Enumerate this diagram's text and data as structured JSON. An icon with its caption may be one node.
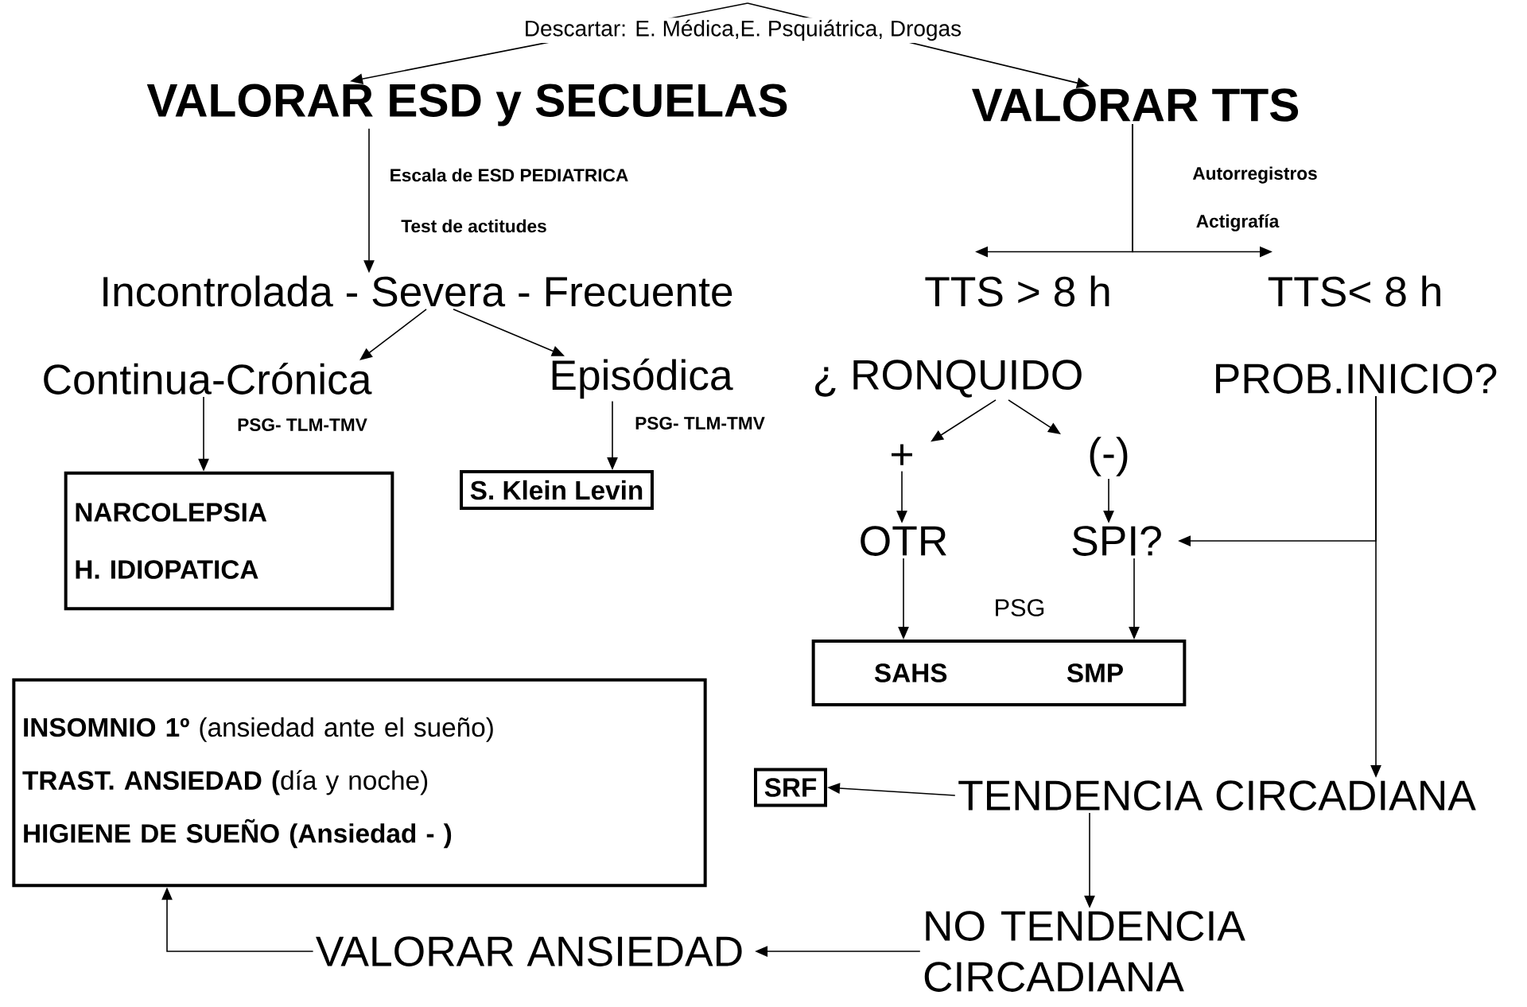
{
  "diagram": {
    "nodes": [
      {
        "text": [
          "VALORAR  ESD y SECUELAS"
        ]
      },
      {
        "text": [
          "VALORAR TTS"
        ]
      },
      {
        "text": [
          "Incontrolada - Severa - Frecuente"
        ]
      },
      {
        "text": [
          "TTS > 8 h"
        ]
      },
      {
        "text": [
          "TTS< 8 h"
        ]
      },
      {
        "text": [
          "Continua-Crónica"
        ]
      },
      {
        "text": [
          "Episódica"
        ]
      },
      {
        "text": [
          "NARCOLEPSIA",
          "H. IDIOPATICA"
        ]
      },
      {
        "text": [
          "S. Klein Levin"
        ]
      },
      {
        "text": [
          "¿ RONQUIDO"
        ]
      },
      {
        "text": [
          "PROB.INICIO?"
        ]
      },
      {
        "text": [
          "+"
        ]
      },
      {
        "text": [
          "(-)"
        ]
      },
      {
        "text": [
          "OTR"
        ]
      },
      {
        "text": [
          "SPI?"
        ]
      },
      {
        "text": [
          "SAHS",
          "SMP"
        ]
      },
      {
        "text": [
          "**INSOMNIO 1º** (ansiedad ante el sueño)",
          "**TRAST. ANSIEDAD (**día y noche)",
          "HIGIENE DE SUEÑO (Ansiedad - )"
        ]
      },
      {
        "text": [
          "SRF"
        ]
      },
      {
        "text": [
          "TENDENCIA CIRCADIANA"
        ]
      },
      {
        "text": [
          "NO TENDENCIA CIRCADIANA"
        ]
      },
      {
        "text": [
          "VALORAR ANSIEDAD"
        ]
      }
    ],
    "edges": [
      {
        "from": null,
        "to": 0,
        "arrow": "to"
      },
      {
        "from": null,
        "to": 1,
        "arrow": "to"
      },
      {
        "from": 0,
        "to": 2,
        "arrow": "to"
      },
      {
        "from": 1,
        "to": 3,
        "arrow": "to"
      },
      {
        "from": 1,
        "to": 4,
        "arrow": "to"
      },
      {
        "from": 2,
        "to": 5,
        "arrow": "to"
      },
      {
        "from": 2,
        "to": 6,
        "arrow": "to"
      },
      {
        "from": 5,
        "to": 7,
        "arrow": "to",
        "label": "PSG- TLM-TMV"
      },
      {
        "from": 6,
        "to": 8,
        "arrow": "to",
        "label": "PSG- TLM-TMV"
      },
      {
        "from": 9,
        "to": 11,
        "arrow": "to"
      },
      {
        "from": 9,
        "to": 12,
        "arrow": "to"
      },
      {
        "from": 11,
        "to": 13,
        "arrow": "to"
      },
      {
        "from": 12,
        "to": 14,
        "arrow": "to"
      },
      {
        "from": 13,
        "to": 15,
        "arrow": "to"
      },
      {
        "from": 14,
        "to": 15,
        "arrow": "to"
      },
      {
        "from": 10,
        "to": 14,
        "arrow": "to"
      },
      {
        "from": 10,
        "to": 18,
        "arrow": "to"
      },
      {
        "from": 18,
        "to": 17,
        "arrow": "to"
      },
      {
        "from": 18,
        "to": 19,
        "arrow": "to"
      },
      {
        "from": 19,
        "to": 20,
        "arrow": "to"
      },
      {
        "from": 20,
        "to": 16,
        "arrow": "to"
      }
    ],
    "labels": [
      "Descartar: E. Médica,E. Psquiátrica, Drogas",
      "Escala de ESD PEDIATRICA",
      "Test de actitudes",
      "Autorregistros",
      "Actigrafía",
      "PSG"
    ]
  }
}
